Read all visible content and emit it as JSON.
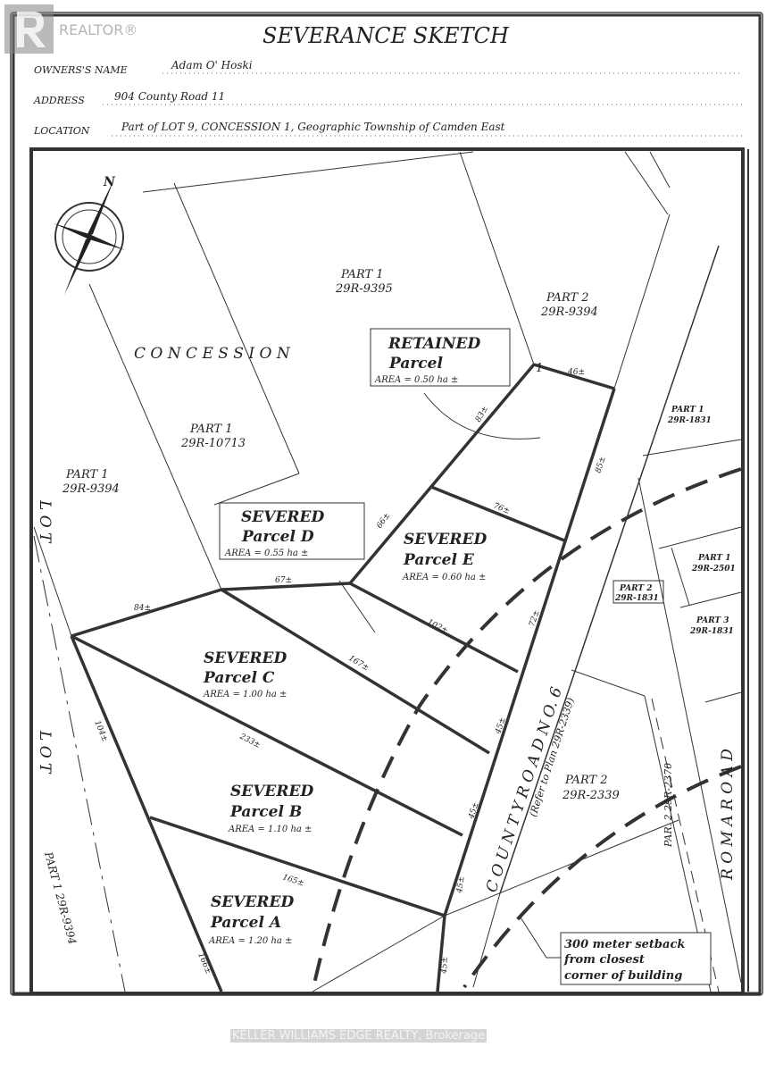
{
  "header": {
    "title": "SEVERANCE SKETCH",
    "owner_label": "OWNERS'S NAME",
    "owner_value": "Adam O' Hoski",
    "address_label": "ADDRESS",
    "address_value": "904 County Road 11",
    "location_label": "LOCATION",
    "location_value": "Part of LOT 9, CONCESSION 1, Geographic Township of Camden East"
  },
  "watermark": {
    "logo_letter": "R",
    "logo_text": "REALTOR®",
    "brokerage": "KELLER WILLIAMS EDGE REALTY, Brokerage"
  },
  "compass": {
    "north": "N"
  },
  "labels": {
    "concession": "C O N C E S S I O N",
    "lot_1": "L O T",
    "lot_2": "L O T",
    "part1_9395": [
      "PART 1",
      "29R-9395"
    ],
    "part2_9394": [
      "PART 2",
      "29R-9394"
    ],
    "part1_10713": [
      "PART 1",
      "29R-10713"
    ],
    "part1_9394": [
      "PART 1",
      "29R-9394"
    ],
    "part1_9394_bottom": "PART 1  29R-9394",
    "part1_1831": [
      "PART 1",
      "29R-1831"
    ],
    "part1_2501": [
      "PART 1",
      "29R-2501"
    ],
    "part2_1831": [
      "PART 2",
      "29R-1831"
    ],
    "part3_1831": [
      "PART 3",
      "29R-1831"
    ],
    "part2_2339": [
      "PART 2",
      "29R-2339"
    ],
    "par2_2370": "PAR. 2  29R-2370",
    "county_road": "C O U N T Y   R O A D   N O.   6",
    "refer_plan": "(Refer to Plan 29R-2339)",
    "roma_road": "R O M A   R O A D",
    "point_1": "1"
  },
  "parcels": [
    {
      "status": "RETAINED",
      "name": "Parcel",
      "area": "AREA = 0.50 ha ±"
    },
    {
      "status": "SEVERED",
      "name": "Parcel D",
      "area": "AREA = 0.55 ha ±"
    },
    {
      "status": "SEVERED",
      "name": "Parcel E",
      "area": "AREA = 0.60 ha ±"
    },
    {
      "status": "SEVERED",
      "name": "Parcel C",
      "area": "AREA = 1.00 ha ±"
    },
    {
      "status": "SEVERED",
      "name": "Parcel B",
      "area": "AREA = 1.10 ha ±"
    },
    {
      "status": "SEVERED",
      "name": "Parcel A",
      "area": "AREA = 1.20 ha ±"
    }
  ],
  "dimensions": [
    "46±",
    "83±",
    "85±",
    "76±",
    "66±",
    "67±",
    "84±",
    "102±",
    "72±",
    "167±",
    "45±",
    "233±",
    "45±",
    "104±",
    "165±",
    "45±",
    "166±",
    "45±"
  ],
  "note": [
    "300 meter setback",
    "from closest",
    "corner of building"
  ]
}
